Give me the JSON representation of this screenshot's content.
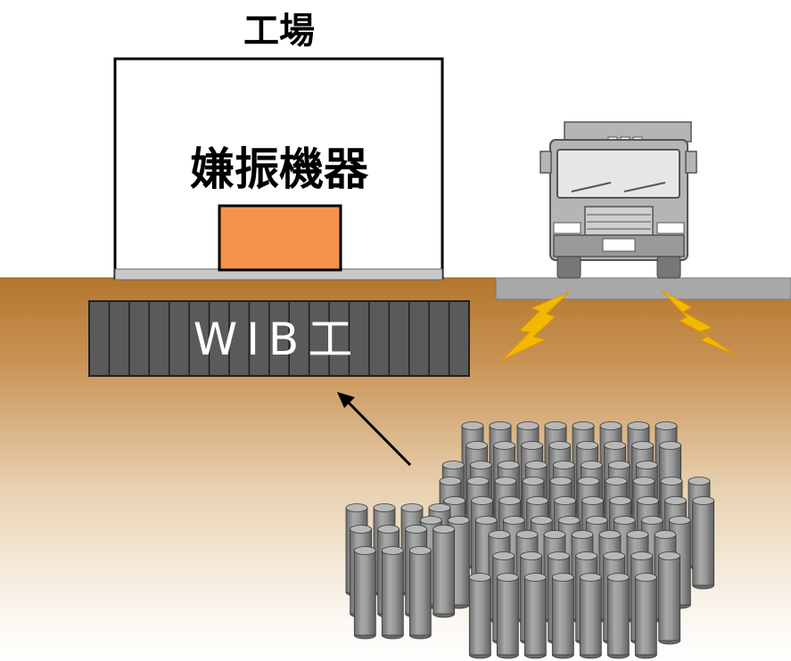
{
  "factory": {
    "title": "工場",
    "equipment_label": "嫌振機器"
  },
  "wib": {
    "label": "WIB工"
  },
  "colors": {
    "soil_top": "#b87a30",
    "soil_mid": "#e6c9a0",
    "soil_bottom": "#ffffff",
    "equipment": "#f5934a",
    "wib_block": "#5a5a5a",
    "road": "#a8a8a8",
    "vibration": "#f5b800",
    "truck": "#b5b5b5",
    "pile": "#8a8a8a"
  }
}
